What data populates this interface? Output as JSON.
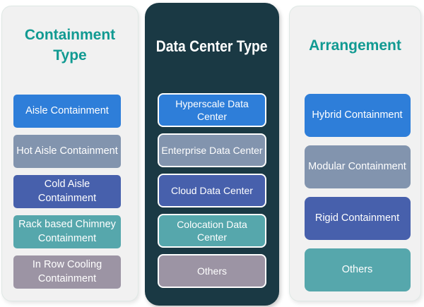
{
  "columns": [
    {
      "title": "Containment Type",
      "items": [
        {
          "label": "Aisle Containment",
          "color": "#2e7ed9"
        },
        {
          "label": "Hot Aisle Containment",
          "color": "#8294ae"
        },
        {
          "label": "Cold Aisle Containment",
          "color": "#4760ac"
        },
        {
          "label": "Rack based Chimney Containment",
          "color": "#56a7ac"
        },
        {
          "label": "In Row Cooling Containment",
          "color": "#9c94a4"
        }
      ]
    },
    {
      "title": "Data Center Type",
      "items": [
        {
          "label": "Hyperscale Data Center",
          "color": "#2e7ed9"
        },
        {
          "label": "Enterprise Data Center",
          "color": "#8294ae"
        },
        {
          "label": "Cloud Data Center",
          "color": "#4760ac"
        },
        {
          "label": "Colocation Data Center",
          "color": "#56a7ac"
        },
        {
          "label": "Others",
          "color": "#9c94a4"
        }
      ]
    },
    {
      "title": "Arrangement",
      "items": [
        {
          "label": "Hybrid Containment",
          "color": "#2e7ed9"
        },
        {
          "label": "Modular Containment",
          "color": "#8294ae"
        },
        {
          "label": "Rigid Containment",
          "color": "#4760ac"
        },
        {
          "label": "Others",
          "color": "#56a7ac"
        }
      ]
    }
  ],
  "colors": {
    "title_teal": "#119a92",
    "panel_light_bg": "#f1f1f1",
    "panel_dark_bg": "#1a3944",
    "box_text": "#ffffff"
  }
}
